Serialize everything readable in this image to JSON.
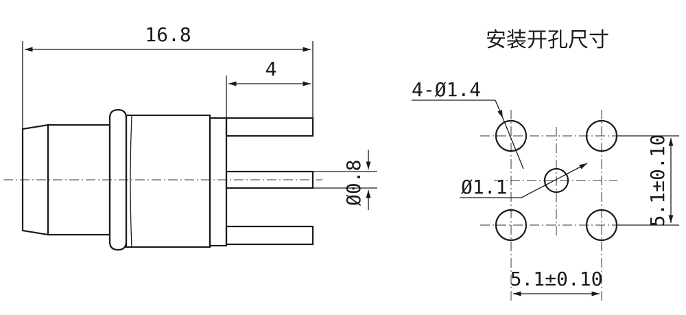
{
  "connector": {
    "overall_length": "16.8",
    "pin_extension": "4",
    "center_pin_diameter": "Ø0.8"
  },
  "mounting": {
    "title": "安装开孔尺寸",
    "hole_callout": "4-Ø1.4",
    "center_hole": "Ø1.1",
    "horizontal_pitch": "5.1±0.10",
    "vertical_pitch": "5.1±0.10"
  }
}
